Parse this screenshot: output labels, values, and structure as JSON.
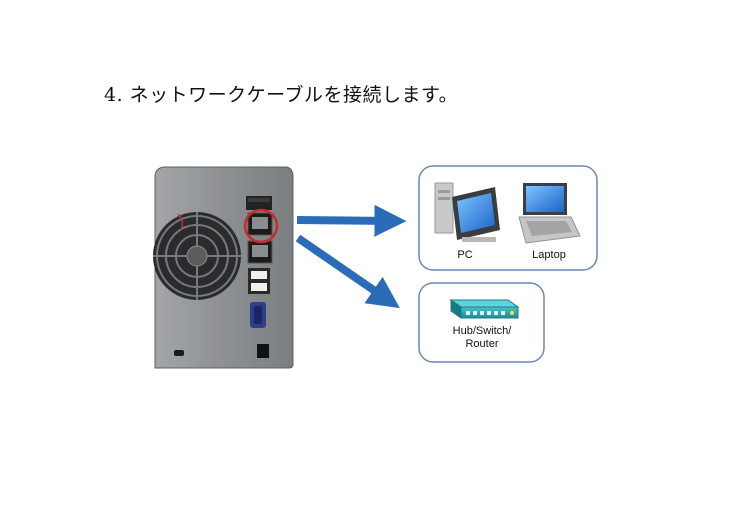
{
  "heading": {
    "text": "4. ネットワークケーブルを接続します。"
  },
  "diagram": {
    "computers_box": {
      "pc_label": "PC",
      "laptop_label": "Laptop"
    },
    "network_box": {
      "device_label_line1": "Hub/Switch/",
      "device_label_line2": "Router"
    }
  },
  "colors": {
    "arrow": "#2a6cb8",
    "highlight": "#cc2a2a",
    "box_border": "#6d86b5",
    "nas_body": "#8f9294"
  }
}
